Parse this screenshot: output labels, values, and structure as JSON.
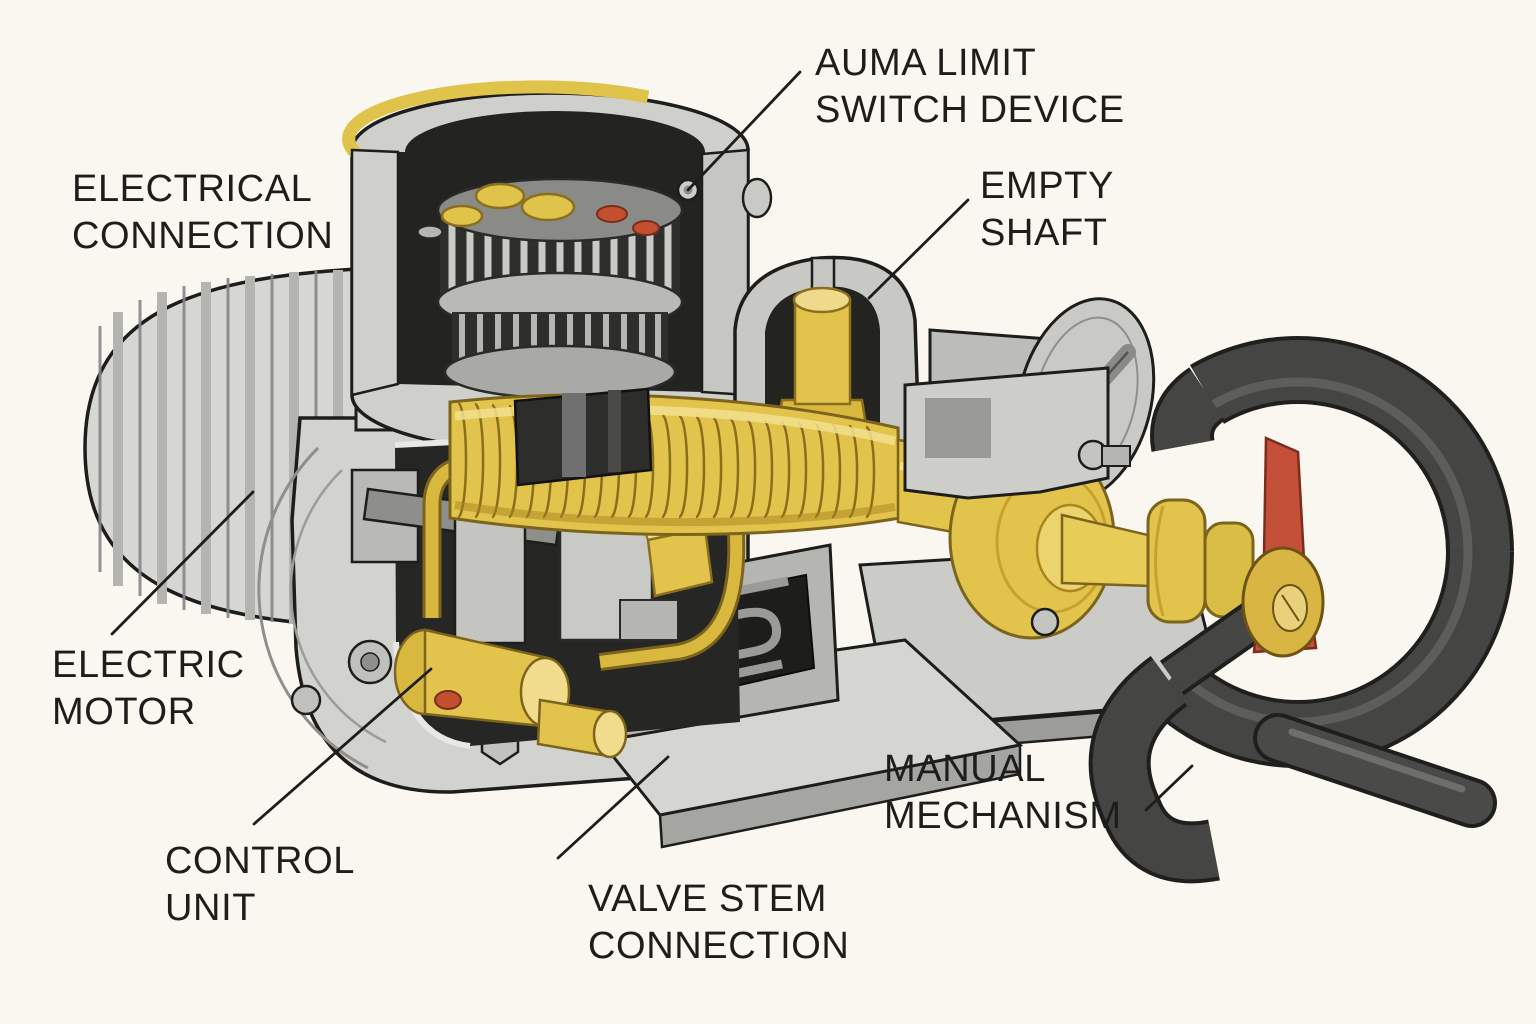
{
  "figure": {
    "type": "technical-cutaway-diagram",
    "subject": "Electric valve actuator with limit switch device, manual handwheel and cutaway control unit"
  },
  "colors": {
    "background": "#faf7f1",
    "outline": "#1d1d1b",
    "body_gray": "#d2d2ce",
    "dark_interior": "#262624",
    "accent_yellow": "#e2c34b",
    "accent_red": "#c2502f",
    "handwheel_gray": "#454543",
    "label_text": "#1d1d1b"
  },
  "labels": {
    "electrical_connection": "ELECTRICAL\nCONNECTION",
    "auma_limit_switch": "AUMA LIMIT\nSWITCH DEVICE",
    "empty_shaft": "EMPTY\nSHAFT",
    "electric_motor": "ELECTRIC\nMOTOR",
    "control_unit": "CONTROL\nUNIT",
    "valve_stem_connection": "VALVE STEM\nCONNECTION",
    "manual_mechanism": "MANUAL\nMECHANISM"
  }
}
